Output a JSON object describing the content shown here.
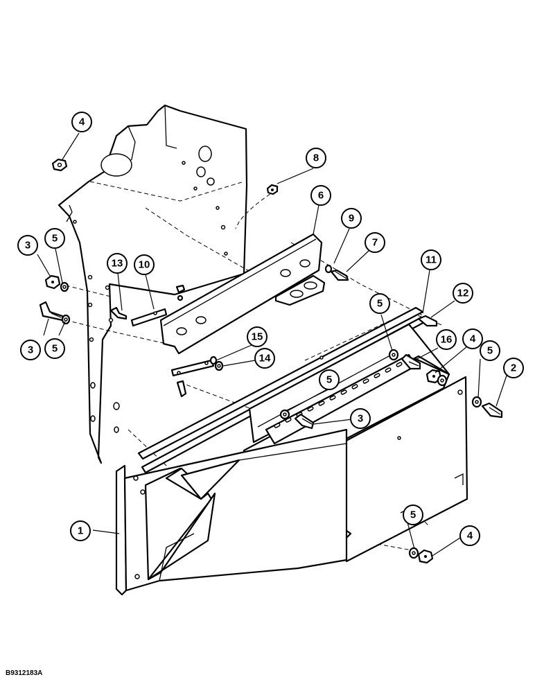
{
  "drawing_code": "B9312183A",
  "callouts": [
    {
      "id": "c4a",
      "label": "4"
    },
    {
      "id": "c8",
      "label": "8"
    },
    {
      "id": "c6",
      "label": "6"
    },
    {
      "id": "c9",
      "label": "9"
    },
    {
      "id": "c7",
      "label": "7"
    },
    {
      "id": "c3a",
      "label": "3"
    },
    {
      "id": "c5a",
      "label": "5"
    },
    {
      "id": "c13",
      "label": "13"
    },
    {
      "id": "c10",
      "label": "10"
    },
    {
      "id": "c11",
      "label": "11"
    },
    {
      "id": "c12",
      "label": "12"
    },
    {
      "id": "c3b",
      "label": "3"
    },
    {
      "id": "c5b",
      "label": "5"
    },
    {
      "id": "c15",
      "label": "15"
    },
    {
      "id": "c14",
      "label": "14"
    },
    {
      "id": "c5c",
      "label": "5"
    },
    {
      "id": "c16",
      "label": "16"
    },
    {
      "id": "c4b",
      "label": "4"
    },
    {
      "id": "c5d",
      "label": "5"
    },
    {
      "id": "c2",
      "label": "2"
    },
    {
      "id": "c5e",
      "label": "5"
    },
    {
      "id": "c3c",
      "label": "3"
    },
    {
      "id": "c1",
      "label": "1"
    },
    {
      "id": "c5f",
      "label": "5"
    },
    {
      "id": "c4c",
      "label": "4"
    }
  ]
}
